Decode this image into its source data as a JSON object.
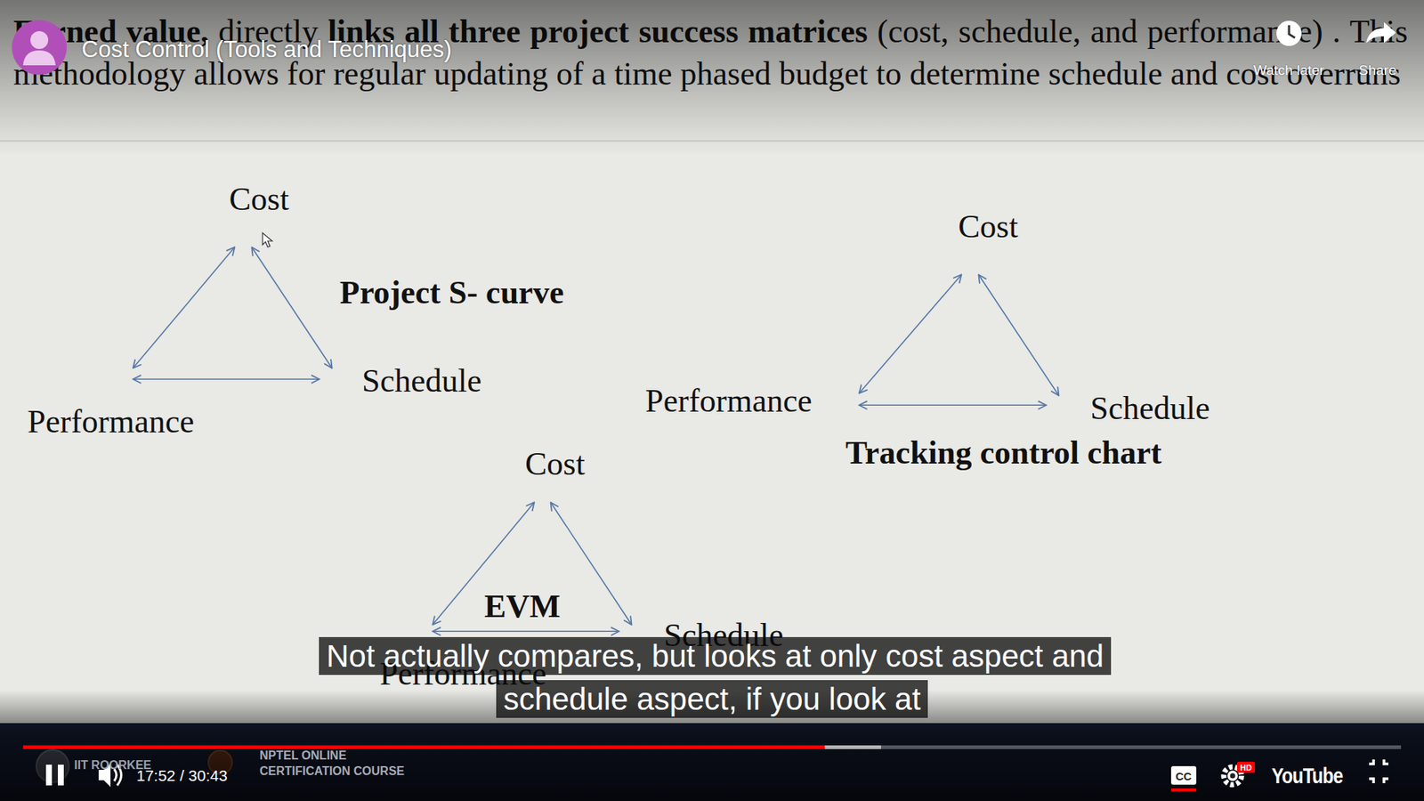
{
  "diagram": {
    "nodes": [
      {
        "text": [
          "Cost"
        ]
      },
      {
        "text": [
          "Schedule"
        ]
      },
      {
        "text": [
          "Performance"
        ]
      },
      {
        "text": [
          "Cost"
        ]
      },
      {
        "text": [
          "Performance"
        ]
      },
      {
        "text": [
          "Schedule"
        ]
      },
      {
        "text": [
          "Cost"
        ]
      },
      {
        "text": [
          "Performance"
        ]
      },
      {
        "text": [
          "Schedule"
        ]
      }
    ],
    "edges": [
      {
        "from": 0,
        "to": 2,
        "arrow": "both"
      },
      {
        "from": 0,
        "to": 1,
        "arrow": "both"
      },
      {
        "from": 2,
        "to": 1,
        "arrow": "both"
      },
      {
        "from": 3,
        "to": 4,
        "arrow": "both"
      },
      {
        "from": 3,
        "to": 5,
        "arrow": "both"
      },
      {
        "from": 4,
        "to": 5,
        "arrow": "both"
      },
      {
        "from": 6,
        "to": 7,
        "arrow": "both"
      },
      {
        "from": 6,
        "to": 8,
        "arrow": "both"
      },
      {
        "from": 7,
        "to": 8,
        "arrow": "both"
      }
    ],
    "labels": [
      "Earned value,",
      "directly",
      "links all three project success matrices",
      "(cost, schedule, and performance) . This methodology allows for regular updating of a time phased budget to determine schedule and cost overruns",
      "Project S- curve",
      "Tracking control chart",
      "EVM",
      "Cost Control (Tools and Techniques)",
      "Watch later",
      "Share",
      "Not actually compares, but looks at only cost aspect and schedule aspect, if you look at",
      "IIT ROORKEE",
      "NPTEL ONLINE CERTIFICATION COURSE",
      "17:52 / 30:43",
      "CC",
      "HD",
      "YouTube"
    ]
  }
}
